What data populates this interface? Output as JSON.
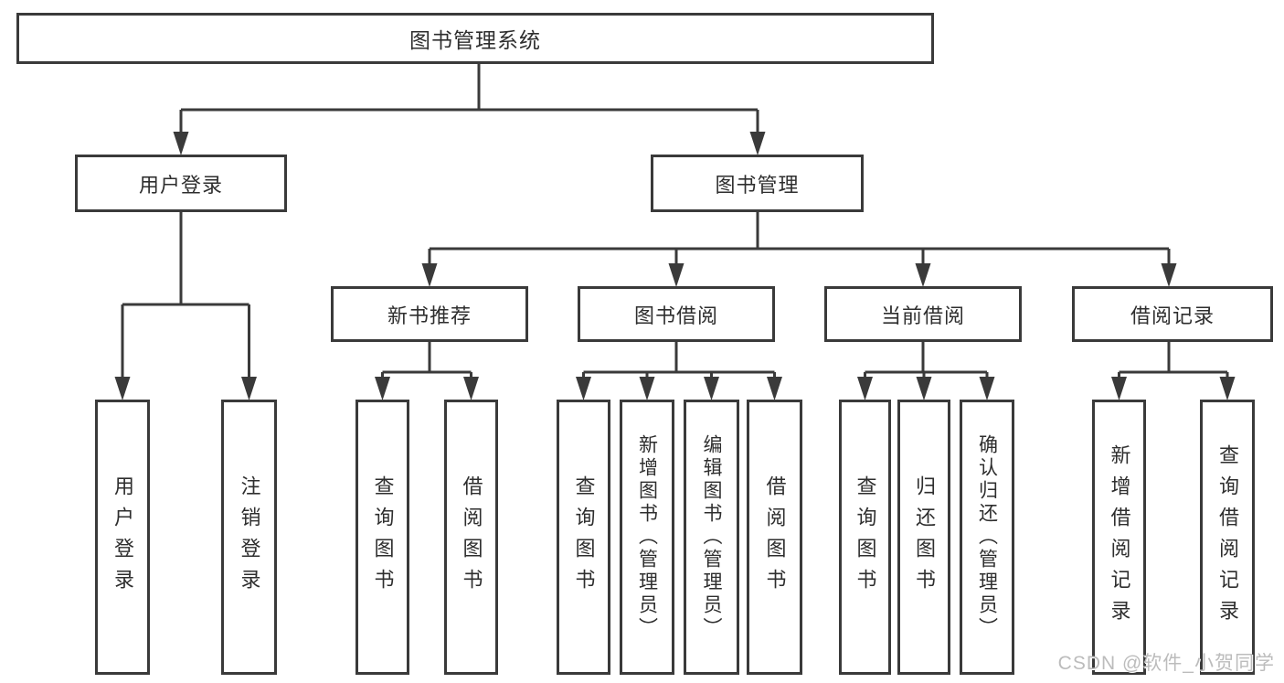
{
  "page": {
    "watermark": "CSDN @软件_小贺同学"
  },
  "colors": {
    "line": "#3a3a3a",
    "text": "#2e2e2e",
    "watermark": "#bcbcbc",
    "background": "#ffffff"
  },
  "nodes": {
    "root": "图书管理系统",
    "user_login": "用户登录",
    "book_management": "图书管理",
    "new_book_recommend": "新书推荐",
    "book_borrow": "图书借阅",
    "current_borrow": "当前借阅",
    "borrow_records": "借阅记录",
    "leaves": [
      "用户登录",
      "注销登录",
      "查询图书",
      "借阅图书",
      "查询图书",
      "新增图书（管理员）",
      "编辑图书（管理员）",
      "借阅图书",
      "查询图书",
      "归还图书",
      "确认归还（管理员）",
      "新增借阅记录",
      "查询借阅记录"
    ]
  },
  "structure": {
    "图书管理系统": [
      "用户登录",
      "图书管理"
    ],
    "用户登录": [
      "用户登录",
      "注销登录"
    ],
    "图书管理": [
      "新书推荐",
      "图书借阅",
      "当前借阅",
      "借阅记录"
    ],
    "新书推荐": [
      "查询图书",
      "借阅图书"
    ],
    "图书借阅": [
      "查询图书",
      "新增图书（管理员）",
      "编辑图书（管理员）",
      "借阅图书"
    ],
    "当前借阅": [
      "查询图书",
      "归还图书",
      "确认归还（管理员）"
    ],
    "借阅记录": [
      "新增借阅记录",
      "查询借阅记录"
    ]
  }
}
